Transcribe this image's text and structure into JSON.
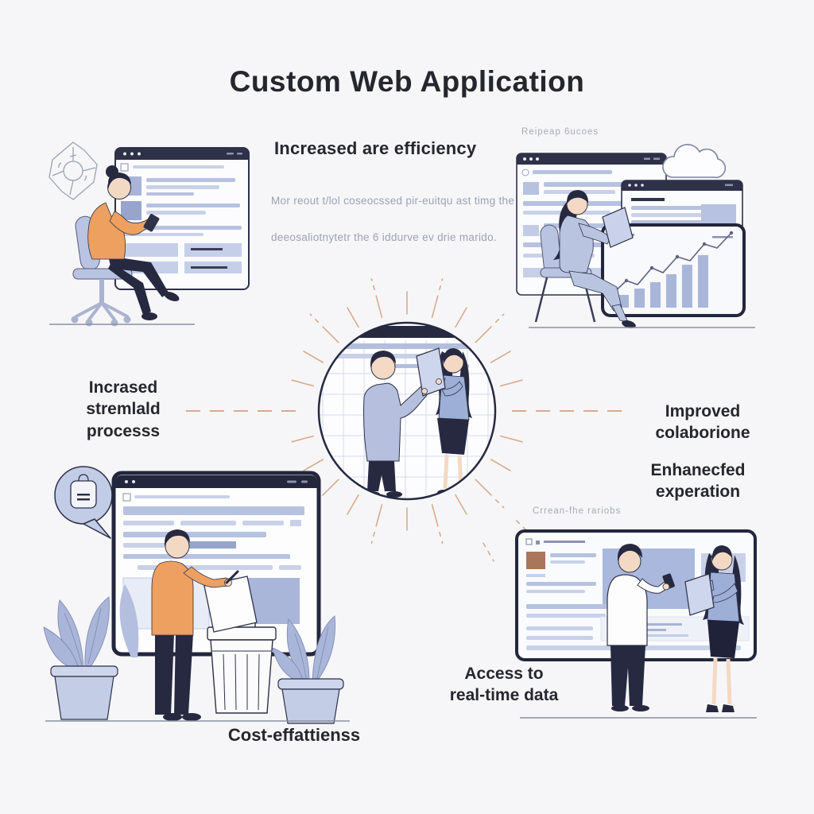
{
  "title": "Custom Web Application",
  "labels": {
    "efficiency_heading": "Increased are efficiency",
    "efficiency_line1": "Mor reout t/lol coseocssed pir-euitqu ast timg the",
    "efficiency_line2": "deeosaliotnytetr the 6 iddurve ev drie marido.",
    "processes": "Incrased\nstremlald\nprocesss",
    "collaboration": "Improved\ncolaborione",
    "experience": "Enhanecfed\nexperation",
    "realtime_data": "Access to\nreal-time data",
    "cost": "Cost-effattienss",
    "report_caption": "Reipeap 6ucoes",
    "screen_caption": "Crrean-fhe rariobs"
  },
  "icons": {
    "top_left": "compass-doodle-icon",
    "speech": "chat-bubble-icon",
    "weather": "cloud-icon",
    "windows": "browser-window-icon"
  },
  "colors": {
    "background": "#f6f6f8",
    "ink": "#25262e",
    "muted_text": "#9ba2b4",
    "line_navy": "#2a2d45",
    "accent_orange": "#eda05f",
    "ray_peach": "#d8ab8e",
    "illustration_blue": "#aab6d9",
    "panel_blue": "#b7c1e0",
    "chair_blue": "#b9c4e2",
    "skin": "#f3d9c4"
  }
}
